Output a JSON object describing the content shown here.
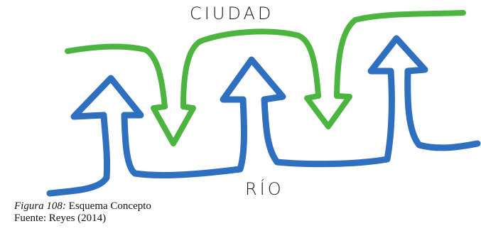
{
  "diagram": {
    "top_label": "CIUDAD",
    "bottom_label": "RÍO",
    "colors": {
      "city_line": "#4cb53f",
      "river_line": "#2e6fc0"
    },
    "icons": [
      "green-downward-arrow-line",
      "blue-upward-arrow-line"
    ]
  },
  "caption": {
    "figure_label": "Figura  108:",
    "figure_title": "Esquema Concepto",
    "source": "Fuente: Reyes (2014)"
  }
}
